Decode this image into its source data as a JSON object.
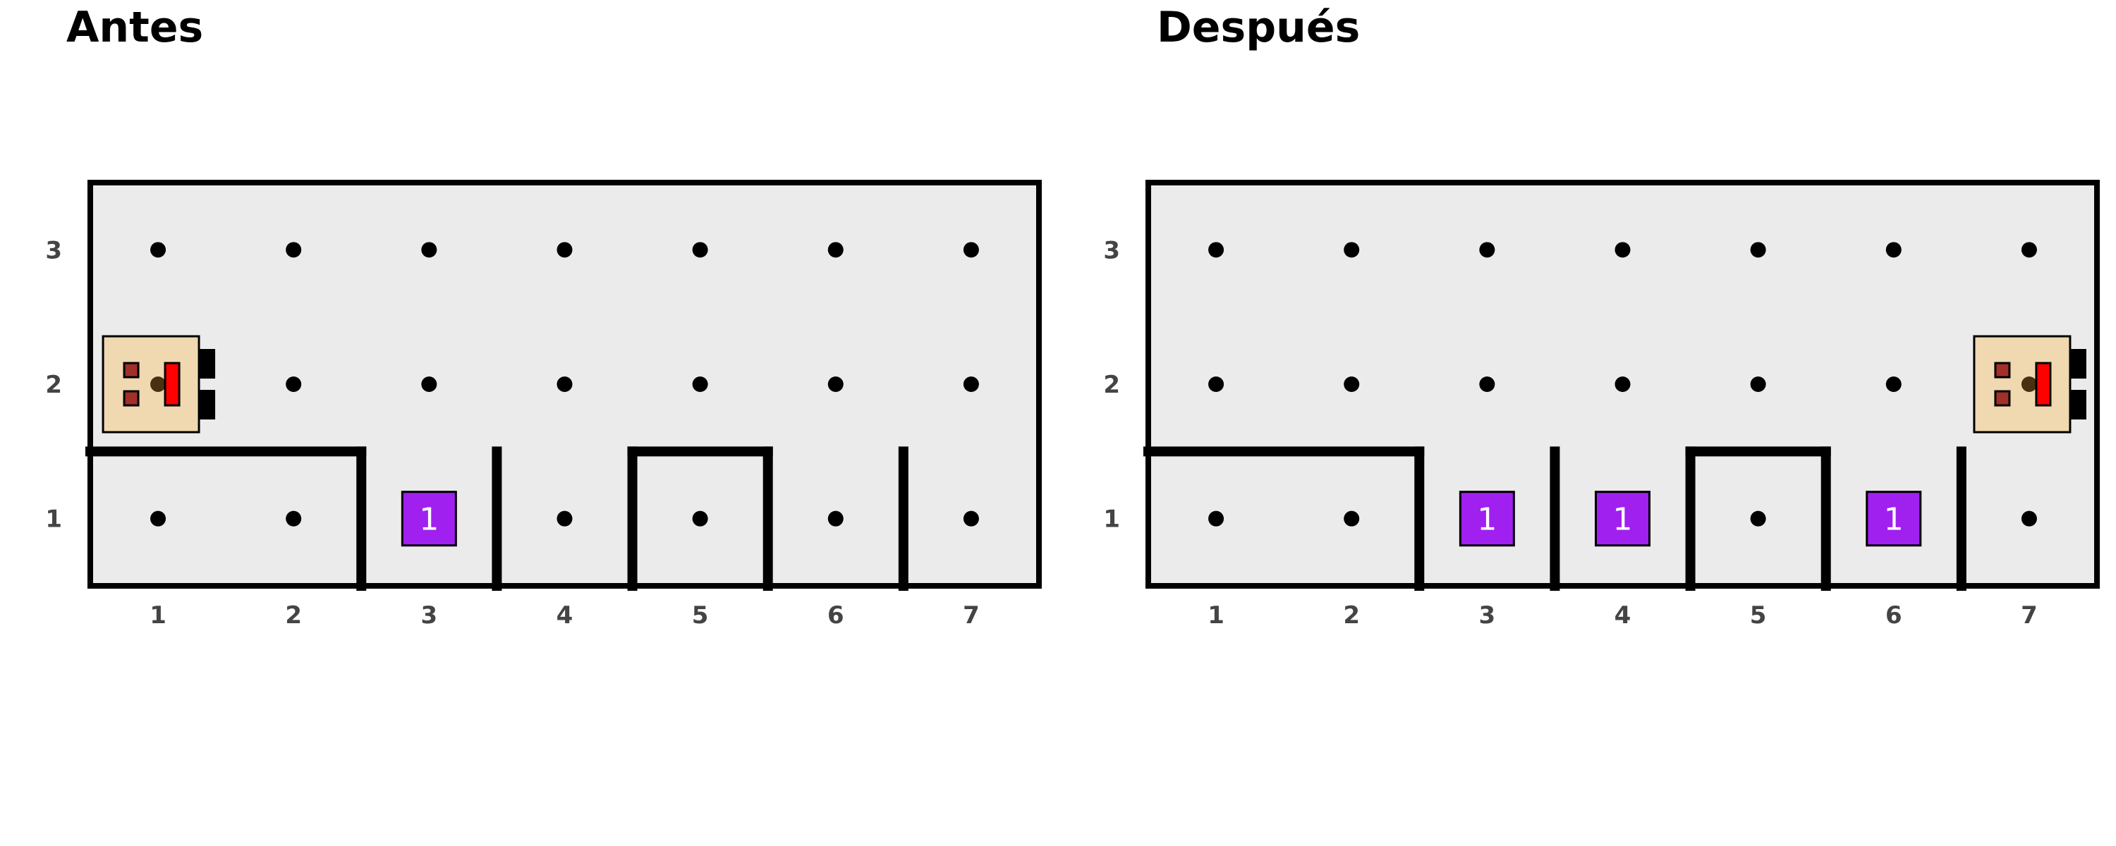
{
  "colors": {
    "grid_bg": "#ebebeb",
    "border": "#000000",
    "dot": "#000000",
    "beeper": "#a020f0",
    "robot_body": "#f0d8b0",
    "robot_eye": "#a03028",
    "robot_mouth": "#ff0000",
    "robot_center": "#4a3010",
    "tick_text": "#444444"
  },
  "grid": {
    "cols": 7,
    "rows": 3
  },
  "panels": [
    {
      "name": "before",
      "title": "Antes",
      "x_ticks": [
        "1",
        "2",
        "3",
        "4",
        "5",
        "6",
        "7"
      ],
      "y_ticks": [
        "1",
        "2",
        "3"
      ],
      "robot": {
        "x": 1,
        "y": 2,
        "facing": "east"
      },
      "beepers": [
        {
          "x": 3,
          "y": 1,
          "count": "1"
        }
      ],
      "walls": [
        {
          "type": "horizontal",
          "between_rows": [
            1,
            2
          ],
          "cols": [
            1,
            2
          ]
        },
        {
          "type": "vertical",
          "between_cols": [
            2,
            3
          ],
          "rows": [
            1,
            1
          ]
        },
        {
          "type": "vertical",
          "between_cols": [
            3,
            4
          ],
          "rows": [
            1,
            1
          ]
        },
        {
          "type": "vertical",
          "between_cols": [
            4,
            5
          ],
          "rows": [
            1,
            1
          ]
        },
        {
          "type": "horizontal",
          "between_rows": [
            1,
            2
          ],
          "cols": [
            5,
            5
          ]
        },
        {
          "type": "vertical",
          "between_cols": [
            5,
            6
          ],
          "rows": [
            1,
            1
          ]
        },
        {
          "type": "vertical",
          "between_cols": [
            6,
            7
          ],
          "rows": [
            1,
            1
          ]
        }
      ]
    },
    {
      "name": "after",
      "title": "Después",
      "x_ticks": [
        "1",
        "2",
        "3",
        "4",
        "5",
        "6",
        "7"
      ],
      "y_ticks": [
        "1",
        "2",
        "3"
      ],
      "robot": {
        "x": 7,
        "y": 2,
        "facing": "east"
      },
      "beepers": [
        {
          "x": 3,
          "y": 1,
          "count": "1"
        },
        {
          "x": 4,
          "y": 1,
          "count": "1"
        },
        {
          "x": 6,
          "y": 1,
          "count": "1"
        }
      ],
      "walls": [
        {
          "type": "horizontal",
          "between_rows": [
            1,
            2
          ],
          "cols": [
            1,
            2
          ]
        },
        {
          "type": "vertical",
          "between_cols": [
            2,
            3
          ],
          "rows": [
            1,
            1
          ]
        },
        {
          "type": "vertical",
          "between_cols": [
            3,
            4
          ],
          "rows": [
            1,
            1
          ]
        },
        {
          "type": "vertical",
          "between_cols": [
            4,
            5
          ],
          "rows": [
            1,
            1
          ]
        },
        {
          "type": "horizontal",
          "between_rows": [
            1,
            2
          ],
          "cols": [
            5,
            5
          ]
        },
        {
          "type": "vertical",
          "between_cols": [
            5,
            6
          ],
          "rows": [
            1,
            1
          ]
        },
        {
          "type": "vertical",
          "between_cols": [
            6,
            7
          ],
          "rows": [
            1,
            1
          ]
        }
      ]
    }
  ]
}
